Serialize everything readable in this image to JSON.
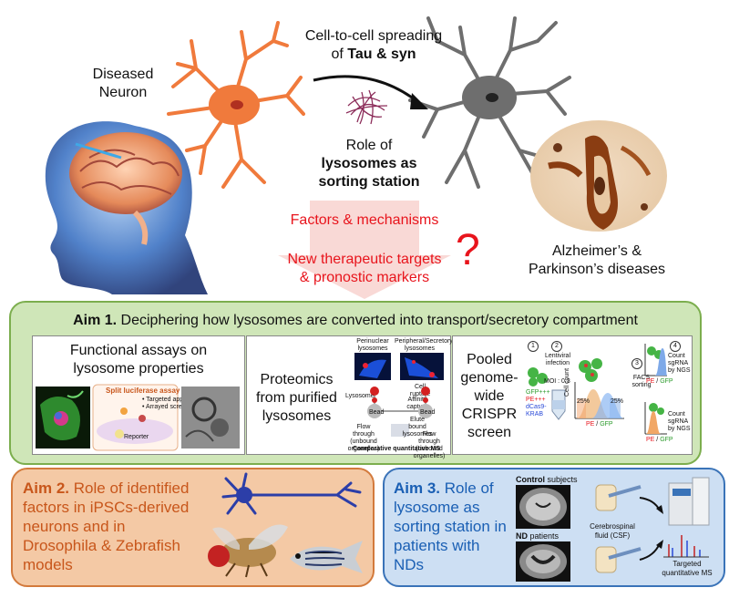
{
  "header": {
    "diseased_neuron": [
      "Diseased",
      "Neuron"
    ],
    "spreading_line1": "Cell-to-cell spreading",
    "spreading_of": "of",
    "spreading_bold": "Tau & syn",
    "role_line": "Role of",
    "role_bold1": "lysosomes as",
    "role_bold2": "sorting station",
    "factors": "Factors & mechanisms",
    "targets1": "New therapeutic targets",
    "targets2": "& pronostic markers",
    "question": "?",
    "disease1": "Alzheimer’s &",
    "disease2": "Parkinson’s diseases"
  },
  "aim1": {
    "label": "Aim 1.",
    "text": "Deciphering how lysosomes are converted into transport/secretory compartment",
    "box1_title": [
      "Functional assays on",
      "lysosome properties"
    ],
    "box1_inset_title": "Split luciferase assay",
    "box1_inset_items": [
      "• Targeted approach",
      "• Arrayed screen"
    ],
    "box1_inset_reporter": "Reporter",
    "box2_title": [
      "Proteomics",
      "from purified",
      "lysosomes"
    ],
    "box2_labels": {
      "peri": "Perinuclear lysosomes",
      "periph": "Peripheral/Secretory lysosomes",
      "cell_rupture": "Cell rupture",
      "lysosome": "Lysosome",
      "affinity": "Affinity capture",
      "bead": "Bead",
      "elute": "Elute bound lysosomes",
      "flow1": "Flow through (unbound organelles)",
      "flow2": "Flow through (unbound organelles)",
      "bottom": "Comparative quantitative MS"
    },
    "box3_title": [
      "Pooled",
      "genome-",
      "wide",
      "CRISPR",
      "screen"
    ],
    "box3_labels": {
      "step1": "1",
      "step2": "2",
      "step3": "3",
      "step4": "4",
      "lenti": "Lentiviral infection",
      "moi": "MOI : 0.3",
      "gfp": "GFP+++",
      "pe": "PE+++",
      "dcas": "dCas9-KRAB",
      "p25a": "25%",
      "p25b": "25%",
      "facs": "FACS sorting",
      "count1": "Count sgRNA by NGS",
      "count2": "Count sgRNA by NGS",
      "cellcount": "Cell count",
      "axis_pe": "PE",
      "axis_slash": " / ",
      "axis_gfp": "GFP"
    }
  },
  "aim2": {
    "label": "Aim 2.",
    "text_rest": "Role of identified",
    "lines": [
      "factors in iPSCs-derived",
      "neurons and in",
      "Drosophila & Zebrafish",
      "models"
    ]
  },
  "aim3": {
    "label": "Aim 3.",
    "text_rest": "Role of",
    "lines": [
      "lysosome as",
      "sorting station in",
      "patients with",
      "NDs"
    ],
    "control_bold": "Control",
    "control_rest": "subjects",
    "nd_bold": "ND",
    "nd_rest": "patients",
    "csf": [
      "Cerebrospinal",
      "fluid (CSF)"
    ],
    "ms": [
      "Targeted",
      "quantitative MS"
    ]
  },
  "colors": {
    "aim1_bg": "#cfe6b8",
    "aim1_border": "#7cae4e",
    "aim2_bg": "#f4c9a5",
    "aim2_border": "#d37a3c",
    "aim2_text": "#c8561b",
    "aim3_bg": "#cddff3",
    "aim3_border": "#3a73b8",
    "aim3_text": "#1a5fb4",
    "red": "#e8141c",
    "neuron_orange": "#f07a3c",
    "neuron_grey": "#6e6e6e"
  }
}
